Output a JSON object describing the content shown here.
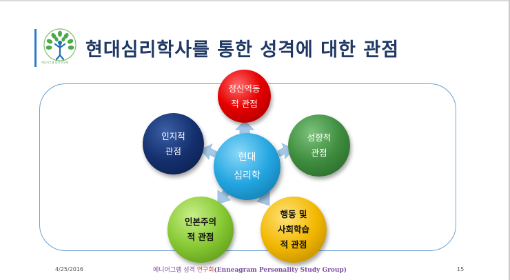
{
  "title": "현대심리학사를 통한 성격에 대한 관점",
  "logo": {
    "icon": "tree-people-logo",
    "caption": "에니어그램 성격 연구회"
  },
  "diagram": {
    "center": {
      "line1": "현대",
      "line2": "심리학"
    },
    "nodes": {
      "top": {
        "line1": "정신역동",
        "line2": "적 관점",
        "color": "#e60000"
      },
      "right": {
        "line1": "성향적",
        "line2": "관점",
        "color": "#3e8c3e"
      },
      "left": {
        "line1": "인지적",
        "line2": "관점",
        "color": "#14306e"
      },
      "bottom_left": {
        "line1": "인본주의",
        "line2": "적 관점",
        "color": "#86c832"
      },
      "bottom_right": {
        "line1": "행동 및",
        "line2": "사회학습",
        "line3": "적 관점",
        "color": "#f2b800"
      }
    },
    "arrow_color": "#a6c8e8",
    "frame_color": "#6a9fd2",
    "center_color": "#22a5e0"
  },
  "footer": {
    "date": "4/25/2016",
    "study_part1": "에니어그램 성격 ",
    "study_part2": "연구회",
    "study_part3": "(Enneagram Personality Study Group)",
    "page": "15"
  },
  "colors": {
    "title": "#1f3864",
    "accent": "#2a7cc7"
  }
}
